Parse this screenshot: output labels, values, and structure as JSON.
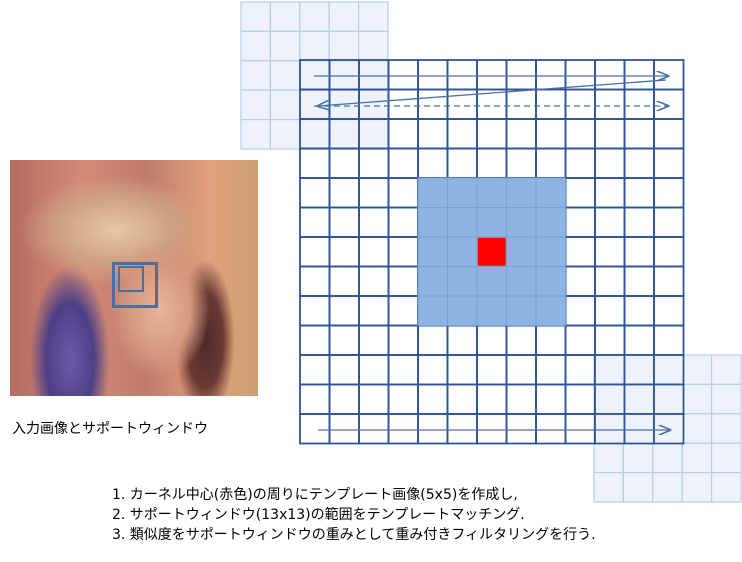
{
  "caption": "入力画像とサポートウィンドウ",
  "steps": [
    "1. カーネル中心(赤色)の周りにテンプレート画像(5x5)を作成し,",
    "2. サポートウィンドウ(13x13)の範囲をテンプレートマッチング.",
    "3. 類似度をサポートウィンドウの重みとして重み付きフィルタリングを行う."
  ],
  "colors": {
    "grid_line": "#2f5597",
    "template_fill": "#8eb4e3",
    "center_fill": "#ff0000",
    "ghost_fill": "#eef3fb",
    "ghost_line": "#b8cce4",
    "arrow": "#4a6fa5"
  },
  "support_window_size": 13,
  "template_size": 5
}
